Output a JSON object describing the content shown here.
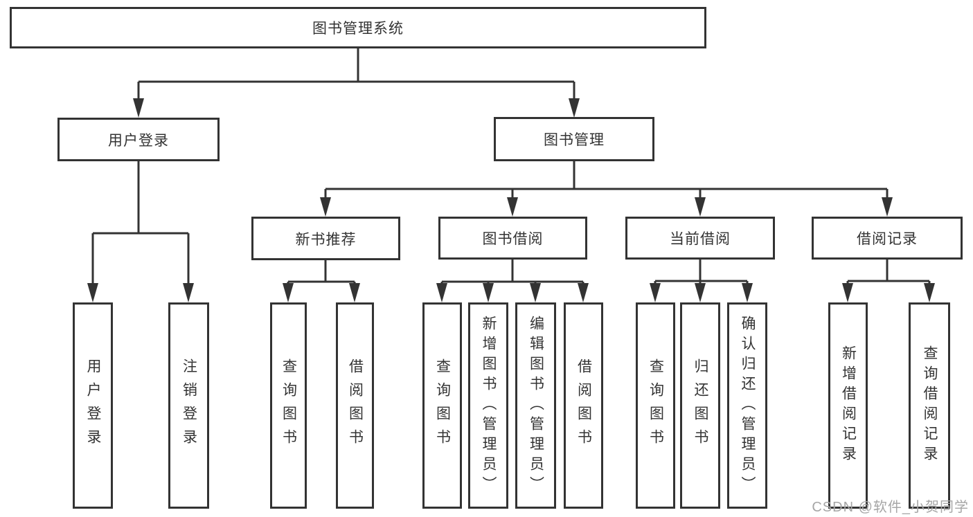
{
  "diagram": {
    "colors": {
      "line": "#333333",
      "box_border": "#333333",
      "box_background": "#ffffff",
      "text": "#333333",
      "watermark_text": "#a6a6a6"
    },
    "root": {
      "label": "图书管理系统"
    },
    "level2": [
      {
        "label": "用户登录"
      },
      {
        "label": "图书管理"
      }
    ],
    "level3": [
      {
        "label": "新书推荐"
      },
      {
        "label": "图书借阅"
      },
      {
        "label": "当前借阅"
      },
      {
        "label": "借阅记录"
      }
    ],
    "level4": {
      "user_login": [
        {
          "label": "用户登录"
        },
        {
          "label": "注销登录"
        }
      ],
      "new_book_recommend": [
        {
          "label": "查询图书"
        },
        {
          "label": "借阅图书"
        }
      ],
      "book_borrow": [
        {
          "label": "查询图书"
        },
        {
          "label": "新增图书（管理员）"
        },
        {
          "label": "编辑图书（管理员）"
        },
        {
          "label": "借阅图书"
        }
      ],
      "current_borrow": [
        {
          "label": "查询图书"
        },
        {
          "label": "归还图书"
        },
        {
          "label": "确认归还（管理员）"
        }
      ],
      "borrow_record": [
        {
          "label": "新增借阅记录"
        },
        {
          "label": "查询借阅记录"
        }
      ]
    },
    "watermark": "CSDN @软件_小贺同学"
  }
}
